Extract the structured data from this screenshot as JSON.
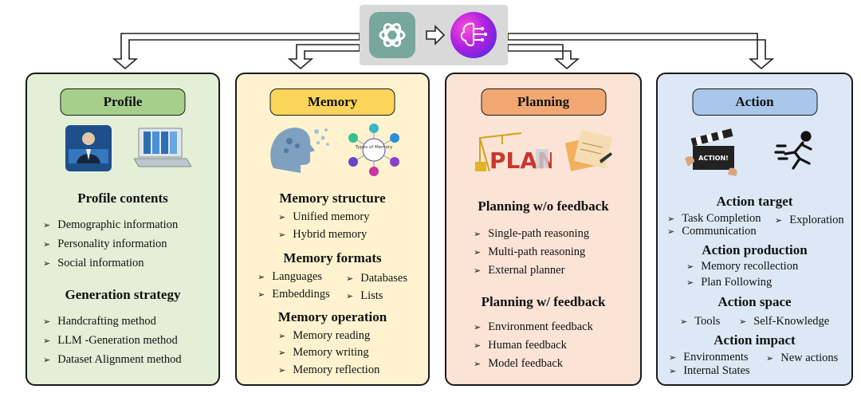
{
  "panels": {
    "profile": {
      "title": "Profile",
      "sections": [
        {
          "heading": "Profile contents",
          "items": [
            "Demographic information",
            "Personality information",
            "Social information"
          ]
        },
        {
          "heading": "Generation strategy",
          "items": [
            "Handcrafting method",
            "LLM -Generation method",
            "Dataset Alignment method"
          ]
        }
      ]
    },
    "memory": {
      "title": "Memory",
      "image_label": "Types of Memory",
      "sections": [
        {
          "heading": "Memory structure",
          "items": [
            "Unified memory",
            "Hybrid memory"
          ]
        },
        {
          "heading": "Memory formats",
          "items": [
            "Languages",
            "Databases",
            "Embeddings",
            "Lists"
          ]
        },
        {
          "heading": "Memory operation",
          "items": [
            "Memory reading",
            "Memory writing",
            "Memory reflection"
          ]
        }
      ]
    },
    "planning": {
      "title": "Planning",
      "image_label": "PLAN",
      "sections": [
        {
          "heading": "Planning w/o feedback",
          "items": [
            "Single-path reasoning",
            "Multi-path reasoning",
            "External planner"
          ]
        },
        {
          "heading": "Planning w/ feedback",
          "items": [
            "Environment feedback",
            "Human feedback",
            "Model feedback"
          ]
        }
      ]
    },
    "action": {
      "title": "Action",
      "image_label": "ACTION!",
      "sections": [
        {
          "heading": "Action target",
          "items": [
            "Task Completion",
            "Exploration",
            "Communication"
          ]
        },
        {
          "heading": "Action production",
          "items": [
            "Memory recollection",
            "Plan Following"
          ]
        },
        {
          "heading": "Action space",
          "items": [
            "Tools",
            "Self-Knowledge"
          ]
        },
        {
          "heading": "Action impact",
          "items": [
            "Environments",
            "New actions",
            "Internal States"
          ]
        }
      ]
    }
  },
  "icons": [
    "openai-logo-icon",
    "arrow-right-icon",
    "ai-brain-icon"
  ],
  "colors": {
    "profile": "#e3efd6",
    "memory": "#fff3cf",
    "planning": "#fbe3d5",
    "action": "#dde8f6"
  }
}
